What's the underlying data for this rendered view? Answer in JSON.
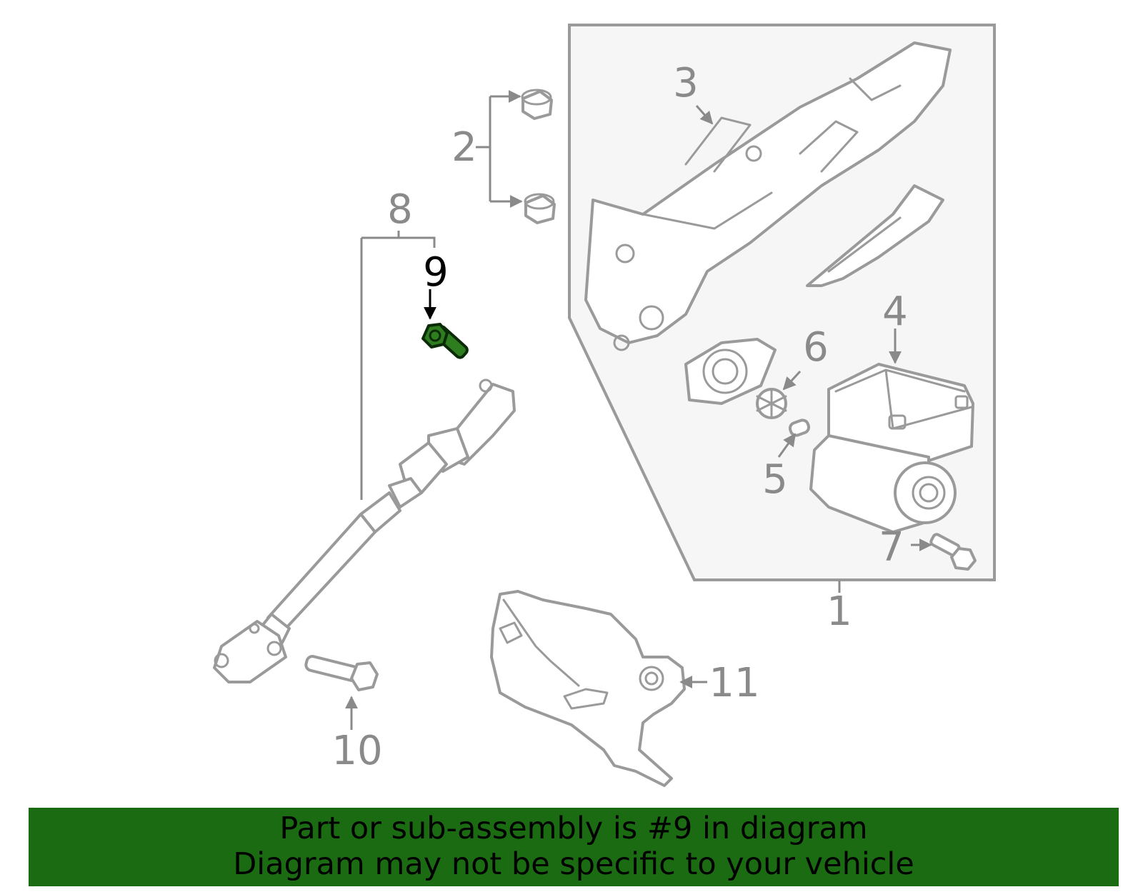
{
  "diagram": {
    "highlighted_part": "9",
    "highlight_color": "#2e7d1e",
    "callouts": {
      "c1": "1",
      "c2": "2",
      "c3": "3",
      "c4": "4",
      "c5": "5",
      "c6": "6",
      "c7": "7",
      "c8": "8",
      "c9": "9",
      "c10": "10",
      "c11": "11"
    }
  },
  "banner": {
    "background": "#1a6b12",
    "line1": "Part or sub-assembly is #9 in diagram",
    "line2": "Diagram may not be specific to your vehicle"
  }
}
